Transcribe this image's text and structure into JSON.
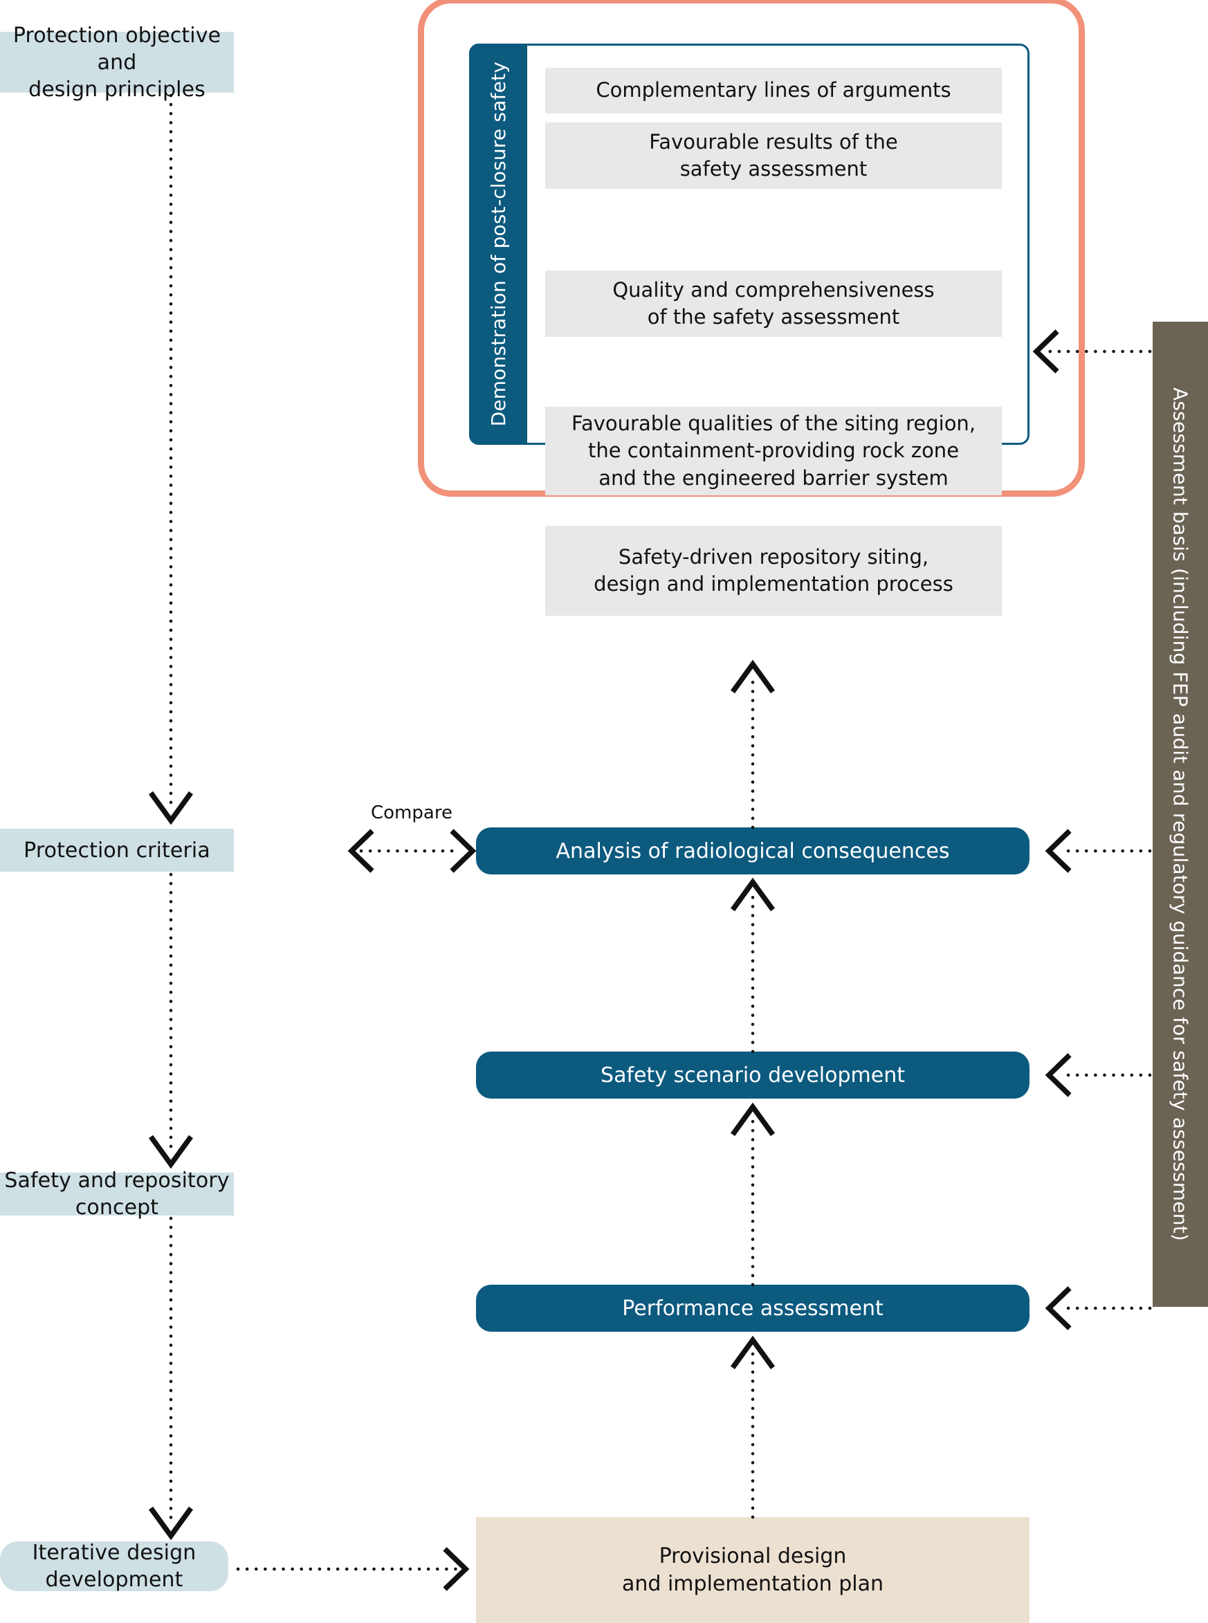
{
  "diagram": {
    "title": "Safety assessment and demonstration of post-closure safety workflow",
    "colors": {
      "light_blue": "#cfe0e4",
      "dark_blue": "#0d5a7f",
      "orange": "#f1917a",
      "brown": "#6b6354",
      "beige": "#ece0d1",
      "grey_row": "#e8e8e8",
      "arrow": "#111111"
    }
  },
  "left_column": {
    "items": [
      {
        "id": "protection-objective",
        "label": "Protection objective and\ndesign principles",
        "line1": "Protection objective and",
        "line2": "design principles"
      },
      {
        "id": "protection-criteria",
        "label": "Protection criteria"
      },
      {
        "id": "safety-repository-concept",
        "label": "Safety and repository concept"
      },
      {
        "id": "iterative-design-development",
        "label": "Iterative design development"
      }
    ]
  },
  "demonstration_panel": {
    "vertical_label": "Demonstration of  post-closure safety",
    "rows": [
      {
        "id": "complementary-lines",
        "line1": "Complementary lines of arguments",
        "line2": ""
      },
      {
        "id": "favourable-results",
        "line1": "Favourable results of the",
        "line2": "safety assessment"
      },
      {
        "id": "quality-comprehensiveness",
        "line1": "Quality and comprehensiveness",
        "line2": "of the safety assessment"
      },
      {
        "id": "favourable-qualities",
        "line1": "Favourable qualities of the siting region,",
        "line2": "the containment-providing rock zone",
        "line3": "and the engineered barrier system"
      },
      {
        "id": "safety-driven-siting",
        "line1": "Safety-driven repository siting,",
        "line2": "design and implementation process"
      }
    ]
  },
  "process_column": {
    "steps": [
      {
        "id": "analysis-radiological-consequences",
        "label": "Analysis of radiological consequences"
      },
      {
        "id": "safety-scenario-development",
        "label": "Safety scenario development"
      },
      {
        "id": "performance-assessment",
        "label": "Performance assessment"
      }
    ],
    "provisional_plan": {
      "id": "provisional-design-plan",
      "line1": "Provisional design",
      "line2": "and implementation plan"
    }
  },
  "assessment_basis": {
    "vertical_label": "Assessment basis (including FEP audit and regulatory guidance for safety assessment)"
  },
  "annotations": {
    "compare_label": "Compare"
  }
}
